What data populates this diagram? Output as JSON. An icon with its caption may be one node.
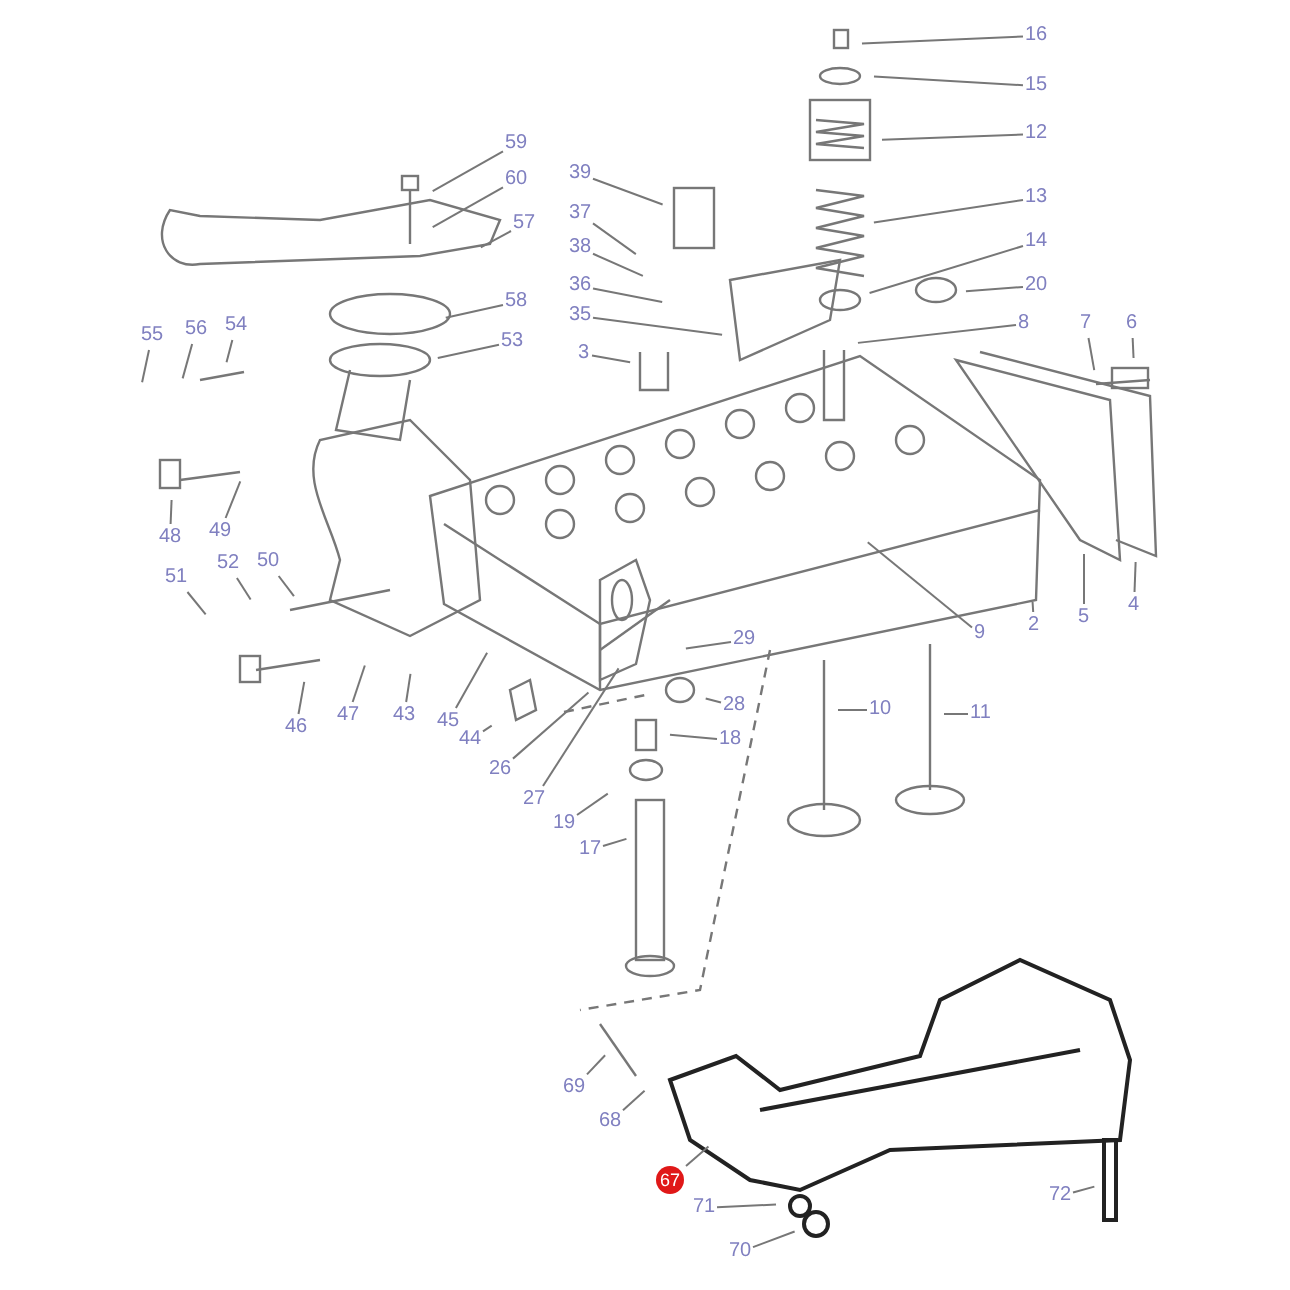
{
  "diagram": {
    "nodes": [
      {
        "text": [
          "16"
        ]
      },
      {
        "text": [
          "15"
        ]
      },
      {
        "text": [
          "12"
        ]
      },
      {
        "text": [
          "59"
        ]
      },
      {
        "text": [
          "39"
        ]
      },
      {
        "text": [
          "60"
        ]
      },
      {
        "text": [
          "13"
        ]
      },
      {
        "text": [
          "37"
        ]
      },
      {
        "text": [
          "57"
        ]
      },
      {
        "text": [
          "38"
        ]
      },
      {
        "text": [
          "14"
        ]
      },
      {
        "text": [
          "36"
        ]
      },
      {
        "text": [
          "20"
        ]
      },
      {
        "text": [
          "58"
        ]
      },
      {
        "text": [
          "35"
        ]
      },
      {
        "text": [
          "8"
        ]
      },
      {
        "text": [
          "7"
        ]
      },
      {
        "text": [
          "6"
        ]
      },
      {
        "text": [
          "54"
        ]
      },
      {
        "text": [
          "56"
        ]
      },
      {
        "text": [
          "55"
        ]
      },
      {
        "text": [
          "53"
        ]
      },
      {
        "text": [
          "3"
        ]
      },
      {
        "text": [
          "49"
        ]
      },
      {
        "text": [
          "48"
        ]
      },
      {
        "text": [
          "50"
        ]
      },
      {
        "text": [
          "52"
        ]
      },
      {
        "text": [
          "51"
        ]
      },
      {
        "text": [
          "4"
        ]
      },
      {
        "text": [
          "5"
        ]
      },
      {
        "text": [
          "2"
        ]
      },
      {
        "text": [
          "9"
        ]
      },
      {
        "text": [
          "29"
        ]
      },
      {
        "text": [
          "28"
        ]
      },
      {
        "text": [
          "10"
        ]
      },
      {
        "text": [
          "11"
        ]
      },
      {
        "text": [
          "43"
        ]
      },
      {
        "text": [
          "47"
        ]
      },
      {
        "text": [
          "45"
        ]
      },
      {
        "text": [
          "46"
        ]
      },
      {
        "text": [
          "18"
        ]
      },
      {
        "text": [
          "44"
        ]
      },
      {
        "text": [
          "26"
        ]
      },
      {
        "text": [
          "27"
        ]
      },
      {
        "text": [
          "19"
        ]
      },
      {
        "text": [
          "17"
        ]
      },
      {
        "text": [
          "69"
        ]
      },
      {
        "text": [
          "68"
        ]
      },
      {
        "text": [
          "67"
        ]
      },
      {
        "text": [
          "72"
        ]
      },
      {
        "text": [
          "71"
        ]
      },
      {
        "text": [
          "70"
        ]
      }
    ],
    "edges": [
      {
        "from": 0,
        "to": null,
        "arrow": "none"
      },
      {
        "from": 1,
        "to": null,
        "arrow": "none"
      },
      {
        "from": 2,
        "to": null,
        "arrow": "none"
      },
      {
        "from": 3,
        "to": null,
        "arrow": "none"
      },
      {
        "from": 4,
        "to": null,
        "arrow": "none"
      },
      {
        "from": 5,
        "to": null,
        "arrow": "none"
      },
      {
        "from": 6,
        "to": null,
        "arrow": "none"
      },
      {
        "from": 7,
        "to": null,
        "arrow": "none"
      },
      {
        "from": 8,
        "to": null,
        "arrow": "none"
      },
      {
        "from": 9,
        "to": null,
        "arrow": "none"
      },
      {
        "from": 10,
        "to": null,
        "arrow": "none"
      },
      {
        "from": 11,
        "to": null,
        "arrow": "none"
      },
      {
        "from": 12,
        "to": null,
        "arrow": "none"
      },
      {
        "from": 13,
        "to": null,
        "arrow": "none"
      },
      {
        "from": 14,
        "to": null,
        "arrow": "none"
      },
      {
        "from": 15,
        "to": null,
        "arrow": "none"
      },
      {
        "from": 16,
        "to": null,
        "arrow": "none"
      },
      {
        "from": 17,
        "to": null,
        "arrow": "none"
      },
      {
        "from": 18,
        "to": null,
        "arrow": "none"
      },
      {
        "from": 19,
        "to": null,
        "arrow": "none"
      },
      {
        "from": 20,
        "to": null,
        "arrow": "none"
      },
      {
        "from": 21,
        "to": null,
        "arrow": "none"
      },
      {
        "from": 22,
        "to": null,
        "arrow": "none"
      },
      {
        "from": 23,
        "to": null,
        "arrow": "none"
      },
      {
        "from": 24,
        "to": null,
        "arrow": "none"
      },
      {
        "from": 25,
        "to": null,
        "arrow": "none"
      },
      {
        "from": 26,
        "to": null,
        "arrow": "none"
      },
      {
        "from": 27,
        "to": null,
        "arrow": "none"
      },
      {
        "from": 28,
        "to": null,
        "arrow": "none"
      },
      {
        "from": 29,
        "to": null,
        "arrow": "none"
      },
      {
        "from": 30,
        "to": null,
        "arrow": "none"
      },
      {
        "from": 31,
        "to": null,
        "arrow": "none"
      },
      {
        "from": 32,
        "to": null,
        "arrow": "none"
      },
      {
        "from": 33,
        "to": null,
        "arrow": "none"
      },
      {
        "from": 34,
        "to": null,
        "arrow": "none"
      },
      {
        "from": 35,
        "to": null,
        "arrow": "none"
      },
      {
        "from": 36,
        "to": null,
        "arrow": "none"
      },
      {
        "from": 37,
        "to": null,
        "arrow": "none"
      },
      {
        "from": 38,
        "to": null,
        "arrow": "none"
      },
      {
        "from": 39,
        "to": null,
        "arrow": "none"
      },
      {
        "from": 40,
        "to": null,
        "arrow": "none"
      },
      {
        "from": 41,
        "to": null,
        "arrow": "none"
      },
      {
        "from": 42,
        "to": null,
        "arrow": "none"
      },
      {
        "from": 43,
        "to": null,
        "arrow": "none"
      },
      {
        "from": 44,
        "to": null,
        "arrow": "none"
      },
      {
        "from": 45,
        "to": null,
        "arrow": "none"
      },
      {
        "from": 46,
        "to": null,
        "arrow": "none"
      },
      {
        "from": 47,
        "to": null,
        "arrow": "none"
      },
      {
        "from": 48,
        "to": null,
        "arrow": "none"
      },
      {
        "from": 49,
        "to": null,
        "arrow": "none"
      },
      {
        "from": 50,
        "to": null,
        "arrow": "none"
      },
      {
        "from": 51,
        "to": null,
        "arrow": "none"
      }
    ]
  }
}
